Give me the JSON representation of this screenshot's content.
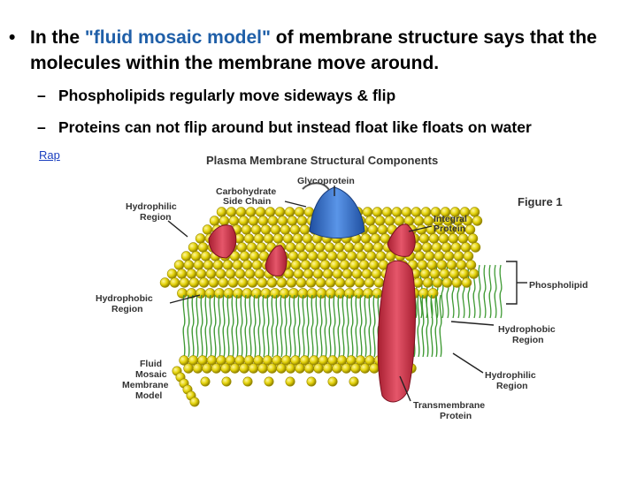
{
  "slide": {
    "bullet_prefix": "In the ",
    "bullet_highlight": "\"fluid mosaic model\"",
    "bullet_rest": " of membrane structure says that the molecules within the membrane move around.",
    "sub_bullets": [
      "Phospholipids regularly move sideways & flip",
      "Proteins can not flip around but instead float like floats on water"
    ],
    "link_text": "Rap"
  },
  "figure": {
    "title": "Plasma Membrane Structural Components",
    "figure_label": "Figure 1",
    "labels": {
      "glycoprotein": "Glycoprotein",
      "carbohydrate_1": "Carbohydrate",
      "carbohydrate_2": "Side Chain",
      "hydrophilic_left_1": "Hydrophilic",
      "hydrophilic_left_2": "Region",
      "integral_1": "Integral",
      "integral_2": "Protein",
      "phospholipid": "Phospholipid",
      "hydrophobic_left_1": "Hydrophobic",
      "hydrophobic_left_2": "Region",
      "hydrophobic_right_1": "Hydrophobic",
      "hydrophobic_right_2": "Region",
      "fluid_1": "Fluid",
      "fluid_2": "Mosaic",
      "fluid_3": "Membrane",
      "fluid_4": "Model",
      "hydrophilic_right_1": "Hydrophilic",
      "hydrophilic_right_2": "Region",
      "transmembrane_1": "Transmembrane",
      "transmembrane_2": "Protein"
    }
  },
  "colors": {
    "highlight": "#1f5fa8",
    "head": "#e3d20a",
    "head_dark": "#9c8c00",
    "tail": "#3f9a34",
    "protein_red": "#d9364a",
    "glycoprotein_blue": "#3a7bd5"
  }
}
